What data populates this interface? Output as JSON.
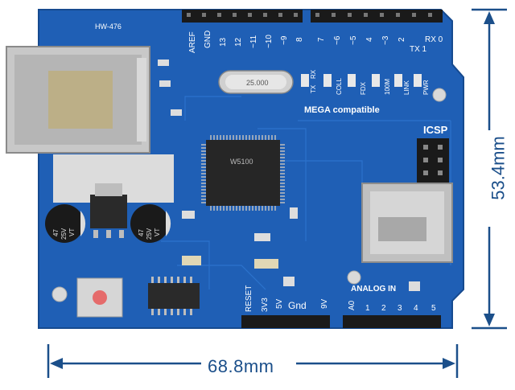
{
  "dimensions": {
    "width_label": "68.8mm",
    "height_label": "53.4mm"
  },
  "board": {
    "model_label": "HW-476",
    "chip_label": "W5100",
    "crystal_label": "25.000",
    "mega_label": "MEGA compatible",
    "icsp_label": "ICSP",
    "analog_label": "ANALOG IN",
    "reset_label": "RESET",
    "top_pins": [
      "AREF",
      "GND",
      "13",
      "12",
      "~11",
      "~10",
      "~9",
      "8",
      "7",
      "~6",
      "~5",
      "4",
      "~3",
      "2",
      "TX 1",
      "RX 0"
    ],
    "power_pins": [
      "3V3",
      "5V",
      "Gnd",
      "9V"
    ],
    "analog_pins": [
      "A0",
      "1",
      "2",
      "3",
      "4",
      "5"
    ],
    "leds": [
      "TX",
      "RX",
      "COLL",
      "FDX",
      "100M",
      "LINK",
      "PWR"
    ],
    "caps": [
      {
        "value": "47",
        "voltage": "25V",
        "series": "VT"
      },
      {
        "value": "47",
        "voltage": "25V",
        "series": "VT"
      }
    ],
    "colors": {
      "pcb": "#1f5fb5",
      "silkscreen": "#ffffff",
      "dimension": "#1b4f8a"
    }
  }
}
